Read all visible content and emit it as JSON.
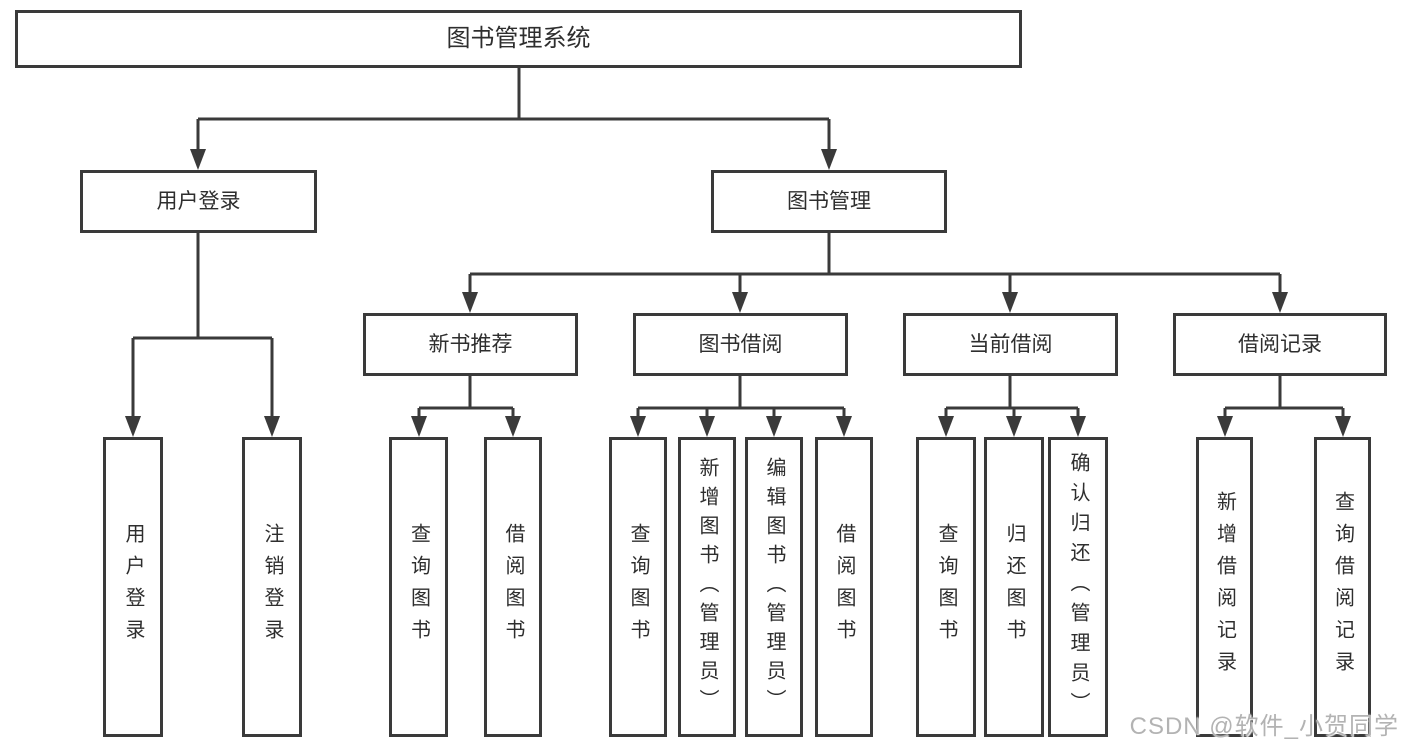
{
  "diagram": {
    "root": "图书管理系统",
    "level2": [
      "用户登录",
      "图书管理"
    ],
    "level3": [
      "新书推荐",
      "图书借阅",
      "当前借阅",
      "借阅记录"
    ],
    "leaves_user_login": [
      "用户登录",
      "注销登录"
    ],
    "leaves_new_books": [
      "查询图书",
      "借阅图书"
    ],
    "leaves_book_borrow": [
      "查询图书",
      "新增图书（管理员）",
      "编辑图书（管理员）",
      "借阅图书"
    ],
    "leaves_current_borrow": [
      "查询图书",
      "归还图书",
      "确认归还（管理员）"
    ],
    "leaves_borrow_records": [
      "新增借阅记录",
      "查询借阅记录"
    ],
    "watermark": "CSDN @软件_小贺同学",
    "colors": {
      "line": "#3a3a3a",
      "text": "#2e2e2e",
      "background": "#ffffff",
      "watermark": "#b3b3b3"
    }
  }
}
